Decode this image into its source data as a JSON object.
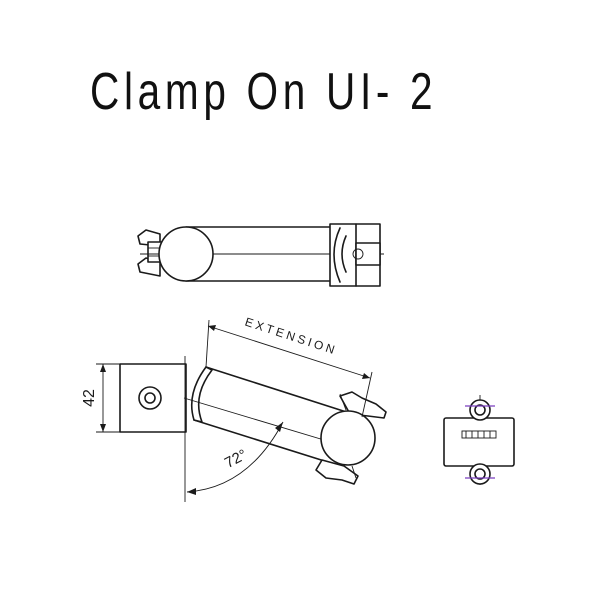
{
  "title": "Clamp On UI- 2",
  "dimensions": {
    "extension_label": "EXTENSION",
    "height_label": "42",
    "angle_label": "72°"
  },
  "colors": {
    "line": "#1a1a1a",
    "accent": "#7a3fbf"
  }
}
